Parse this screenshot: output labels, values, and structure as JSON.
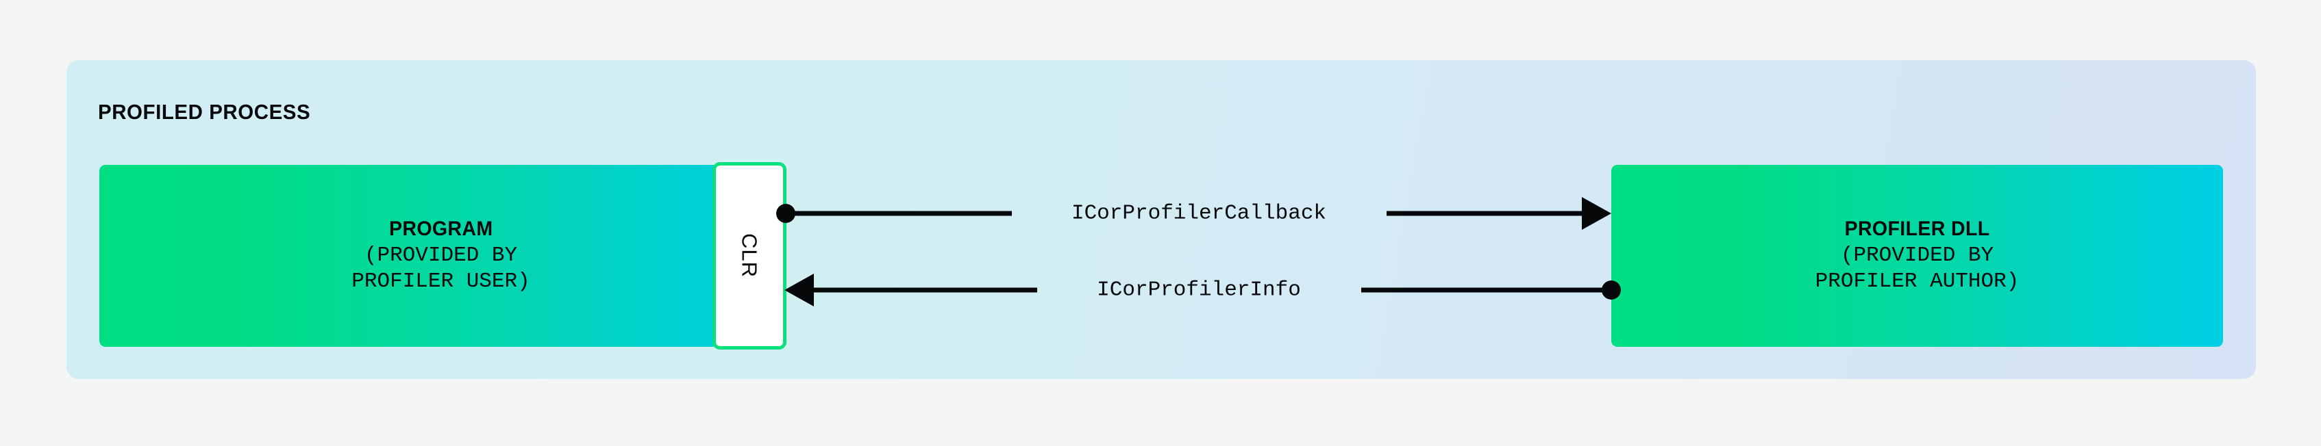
{
  "page": {
    "background_color": "#f4f5f5"
  },
  "panel": {
    "title": "PROFILED PROCESS",
    "gradient_from": "#d0eef3",
    "gradient_to": "#d6e2f5"
  },
  "diagram": {
    "type": "architecture-block-diagram",
    "accent_green": "#00de84",
    "accent_cyan": "#00cfe4",
    "line_color": "#07080a",
    "nodes": [
      {
        "id": "program",
        "heading": "PROGRAM",
        "subtitle_lines": [
          "(PROVIDED BY",
          "PROFILER USER)"
        ]
      },
      {
        "id": "clr",
        "label": "CLR",
        "orientation": "vertical",
        "fill": "#ffffff",
        "border_color": "#0ae07c"
      },
      {
        "id": "profiler-dll",
        "heading": "PROFILER DLL",
        "subtitle_lines": [
          "(PROVIDED BY",
          "PROFILER AUTHOR)"
        ]
      }
    ],
    "connectors": [
      {
        "id": "callback",
        "label": "ICorProfilerCallback",
        "from": "clr",
        "to": "profiler-dll",
        "source_marker": "dot",
        "target_marker": "arrowhead",
        "direction": "left-to-right"
      },
      {
        "id": "info",
        "label": "ICorProfilerInfo",
        "from": "profiler-dll",
        "to": "clr",
        "source_marker": "dot",
        "target_marker": "arrowhead",
        "direction": "right-to-left"
      }
    ]
  }
}
